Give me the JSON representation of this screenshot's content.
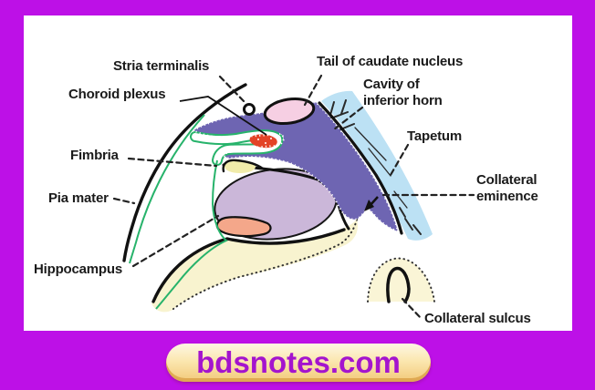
{
  "frame": {
    "border_color": "#bd10e7",
    "panel_color": "#ffffff"
  },
  "diagram": {
    "labels": {
      "stria_terminalis": "Stria terminalis",
      "choroid_plexus": "Choroid plexus",
      "tail_of_caudate_nucleus": "Tail of caudate nucleus",
      "cavity_of_inferior_horn": "Cavity of\ninferior horn",
      "tapetum": "Tapetum",
      "fimbria": "Fimbria",
      "pia_mater": "Pia mater",
      "hippocampus": "Hippocampus",
      "collateral_eminence": "Collateral\neminence",
      "collateral_sulcus": "Collateral sulcus"
    },
    "colors": {
      "ventricle_cavity_purple": "#6e65b2",
      "tapetum_blue": "#bce1f4",
      "hippocampus_lavender": "#cbb7d9",
      "dentate_salmon": "#f4a78a",
      "white_matter_cream": "#f8f3cf",
      "fimbria_yellow": "#f1ecaa",
      "pia_green": "#27b36b",
      "choroid_red": "#e34326",
      "caudate_pink": "#f6cfe3",
      "outline_black": "#111111"
    }
  },
  "watermark": {
    "text": "bdsnotes.com",
    "text_color": "#a414ce"
  }
}
